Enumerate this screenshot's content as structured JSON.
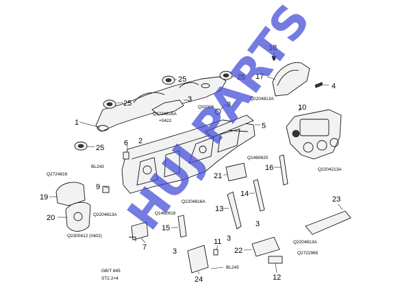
{
  "watermark": "HUJ PARTS",
  "callouts": {
    "c1": "1",
    "c2": "2",
    "c3a": "3",
    "c3b": "3",
    "c3c": "3",
    "c3d": "3",
    "c4": "4",
    "c5": "5",
    "c6": "6",
    "c7": "7",
    "c8": "8",
    "c9": "9",
    "c10": "10",
    "c11": "11",
    "c12": "12",
    "c13": "13",
    "c14": "14",
    "c15": "15",
    "c16": "16",
    "c17": "17",
    "c18": "18",
    "c19": "19",
    "c20": "20",
    "c21": "21",
    "c22": "22",
    "c23": "23",
    "c24": "24",
    "c25a": "25",
    "c25b": "25",
    "c25c": "25",
    "c25d": "25"
  },
  "codes": {
    "q2724816a": "Q2724816A",
    "q0422": "+0422",
    "q32006": "Q32006",
    "q2204813a_top": "Q2204813A",
    "q1460620": "Q1460620",
    "q2204213a": "Q2204213A",
    "bl243_top": "BL243",
    "q2724816": "Q2724816",
    "q2204816a": "Q2204816A",
    "q2204813a_left": "Q2204813A",
    "q1460616": "Q1460616",
    "q2300412": "Q2300412 (0402)",
    "gbt845": "GB/T 845",
    "st22x4": "ST2.2×4",
    "bl243_bottom": "BL243",
    "q2204813a_right": "Q2204813A",
    "q2722965": "Q2722965"
  }
}
